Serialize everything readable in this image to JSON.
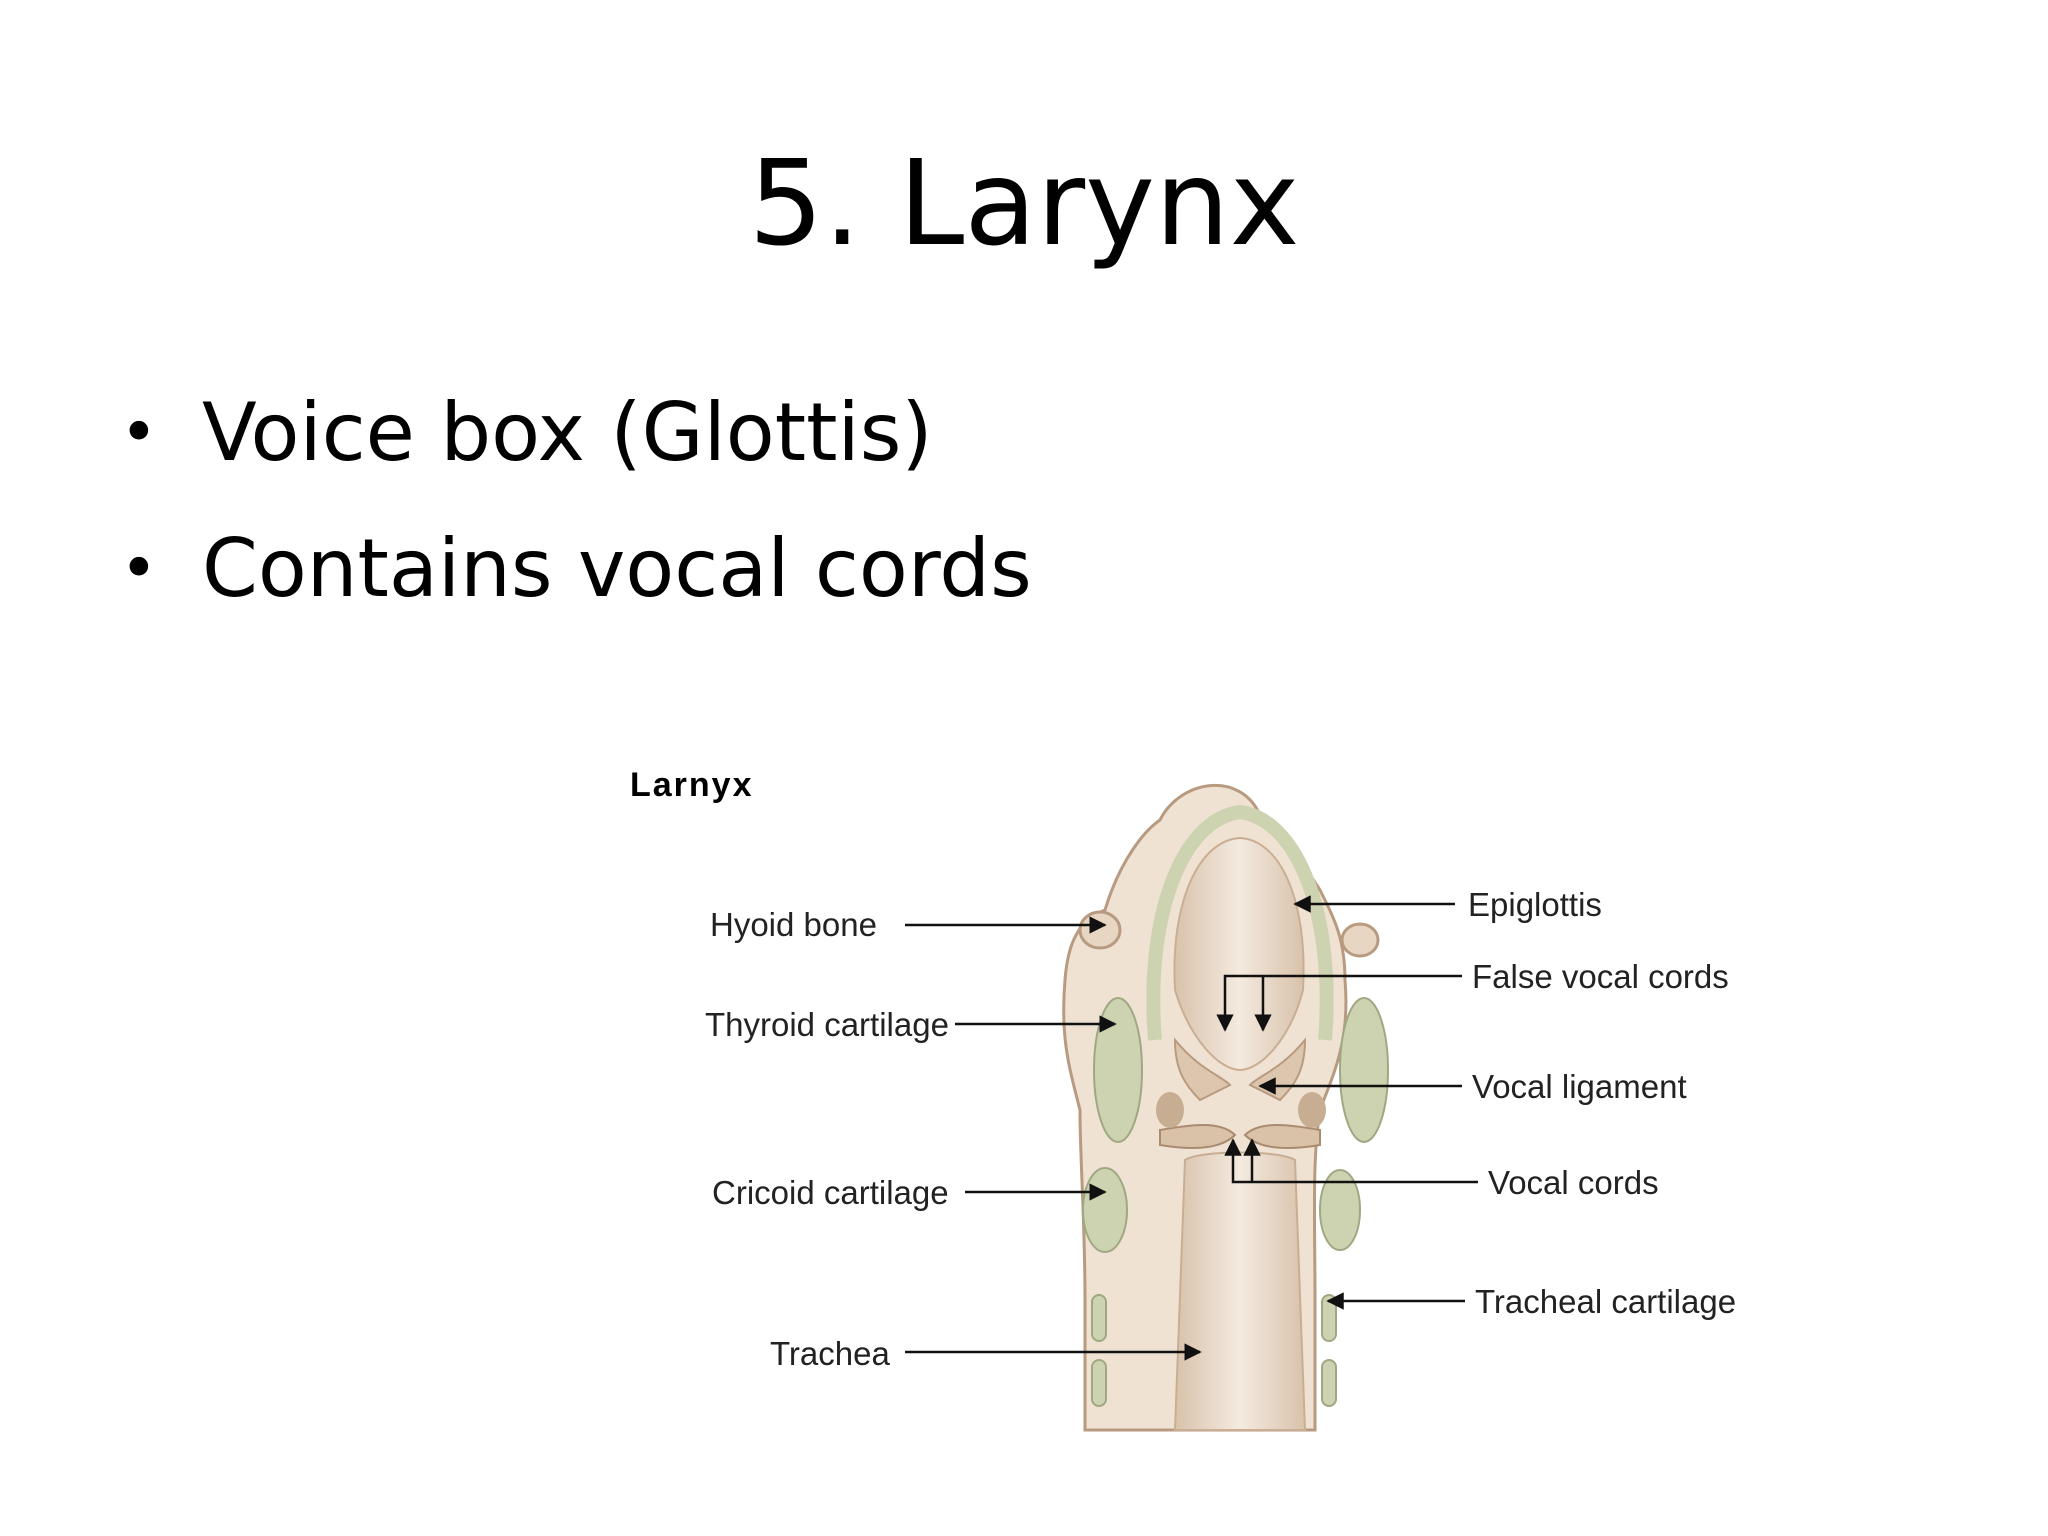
{
  "slide": {
    "title": "5. Larynx",
    "bullets": [
      {
        "text": "Voice box (Glottis)"
      },
      {
        "text": "Contains vocal cords"
      }
    ]
  },
  "figure": {
    "title": "Larnyx",
    "labels_left": {
      "hyoid": "Hyoid bone",
      "thyroid": "Thyroid cartilage",
      "cricoid": "Cricoid cartilage",
      "trachea": "Trachea"
    },
    "labels_right": {
      "epiglottis": "Epiglottis",
      "false_cords": "False vocal cords",
      "vocal_ligament": "Vocal ligament",
      "vocal_cords": "Vocal cords",
      "tracheal_cartilage": "Tracheal cartilage"
    },
    "colors": {
      "tissue": "#efe2d2",
      "tissue_dark": "#d9c2a8",
      "lumen": "#e4d3c0",
      "cartilage": "#cdd3b0",
      "outline": "#b89a80"
    }
  }
}
